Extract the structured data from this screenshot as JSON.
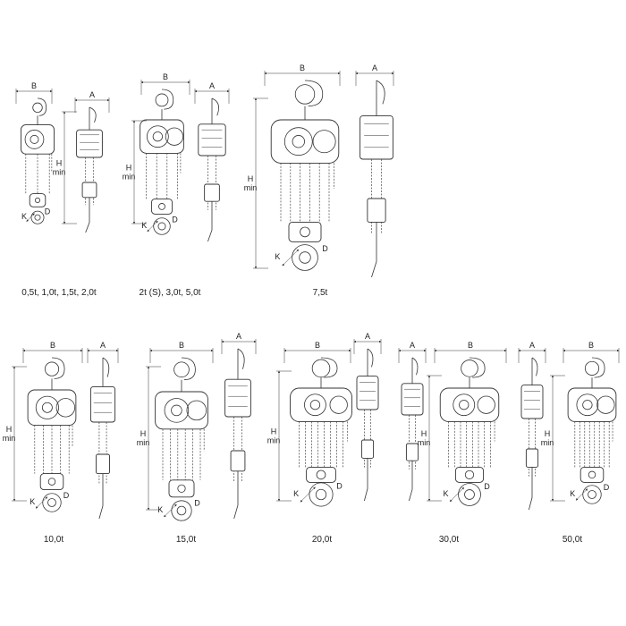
{
  "dimension_labels": {
    "width_body": "B",
    "width_side": "A",
    "height": "H",
    "height_min": "min",
    "hook_k": "K",
    "hook_d": "D"
  },
  "units": [
    {
      "caption": "0,5t, 1,0t, 1,5t, 2,0t",
      "hook_d_label": "D",
      "hook_k_label": "K"
    },
    {
      "caption": "2t (S), 3,0t, 5,0t",
      "hook_d_label": "D",
      "hook_k_label": "K"
    },
    {
      "caption": "7,5t",
      "hook_d_label": "D",
      "hook_k_label": "K"
    },
    {
      "caption": "10,0t",
      "hook_d_label": "D",
      "hook_k_label": "K"
    },
    {
      "caption": "15,0t",
      "hook_d_label": "D",
      "hook_k_label": "K"
    },
    {
      "caption": "20,0t",
      "hook_d_label": "D",
      "hook_k_label": "K"
    },
    {
      "caption": "30,0t",
      "hook_d_label": "D",
      "hook_k_label": "K"
    },
    {
      "caption": "50,0t",
      "hook_d_label": "D",
      "hook_k_label": "K"
    }
  ],
  "colors": {
    "line": "#333333",
    "background": "#ffffff",
    "text": "#222222"
  }
}
